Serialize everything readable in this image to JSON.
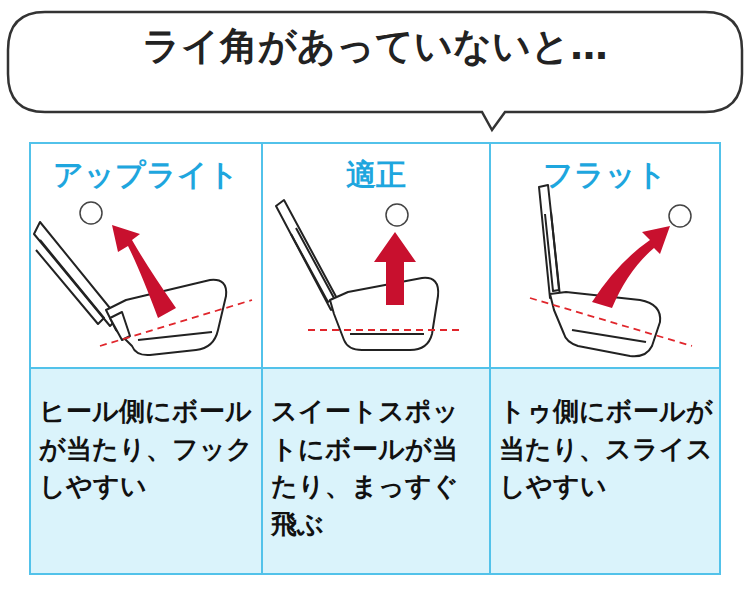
{
  "diagram": {
    "title": "ライ角があっていないと…",
    "nodes": [
      {
        "text": [
          "アップライト",
          "ヒール側にボールが当たり、フックしやすい"
        ]
      },
      {
        "text": [
          "適正",
          "スイートスポットにボールが当たり、まっすぐ飛ぶ"
        ]
      },
      {
        "text": [
          "フラット",
          "トゥ側にボールが当たり、スライスしやすい"
        ]
      }
    ]
  }
}
